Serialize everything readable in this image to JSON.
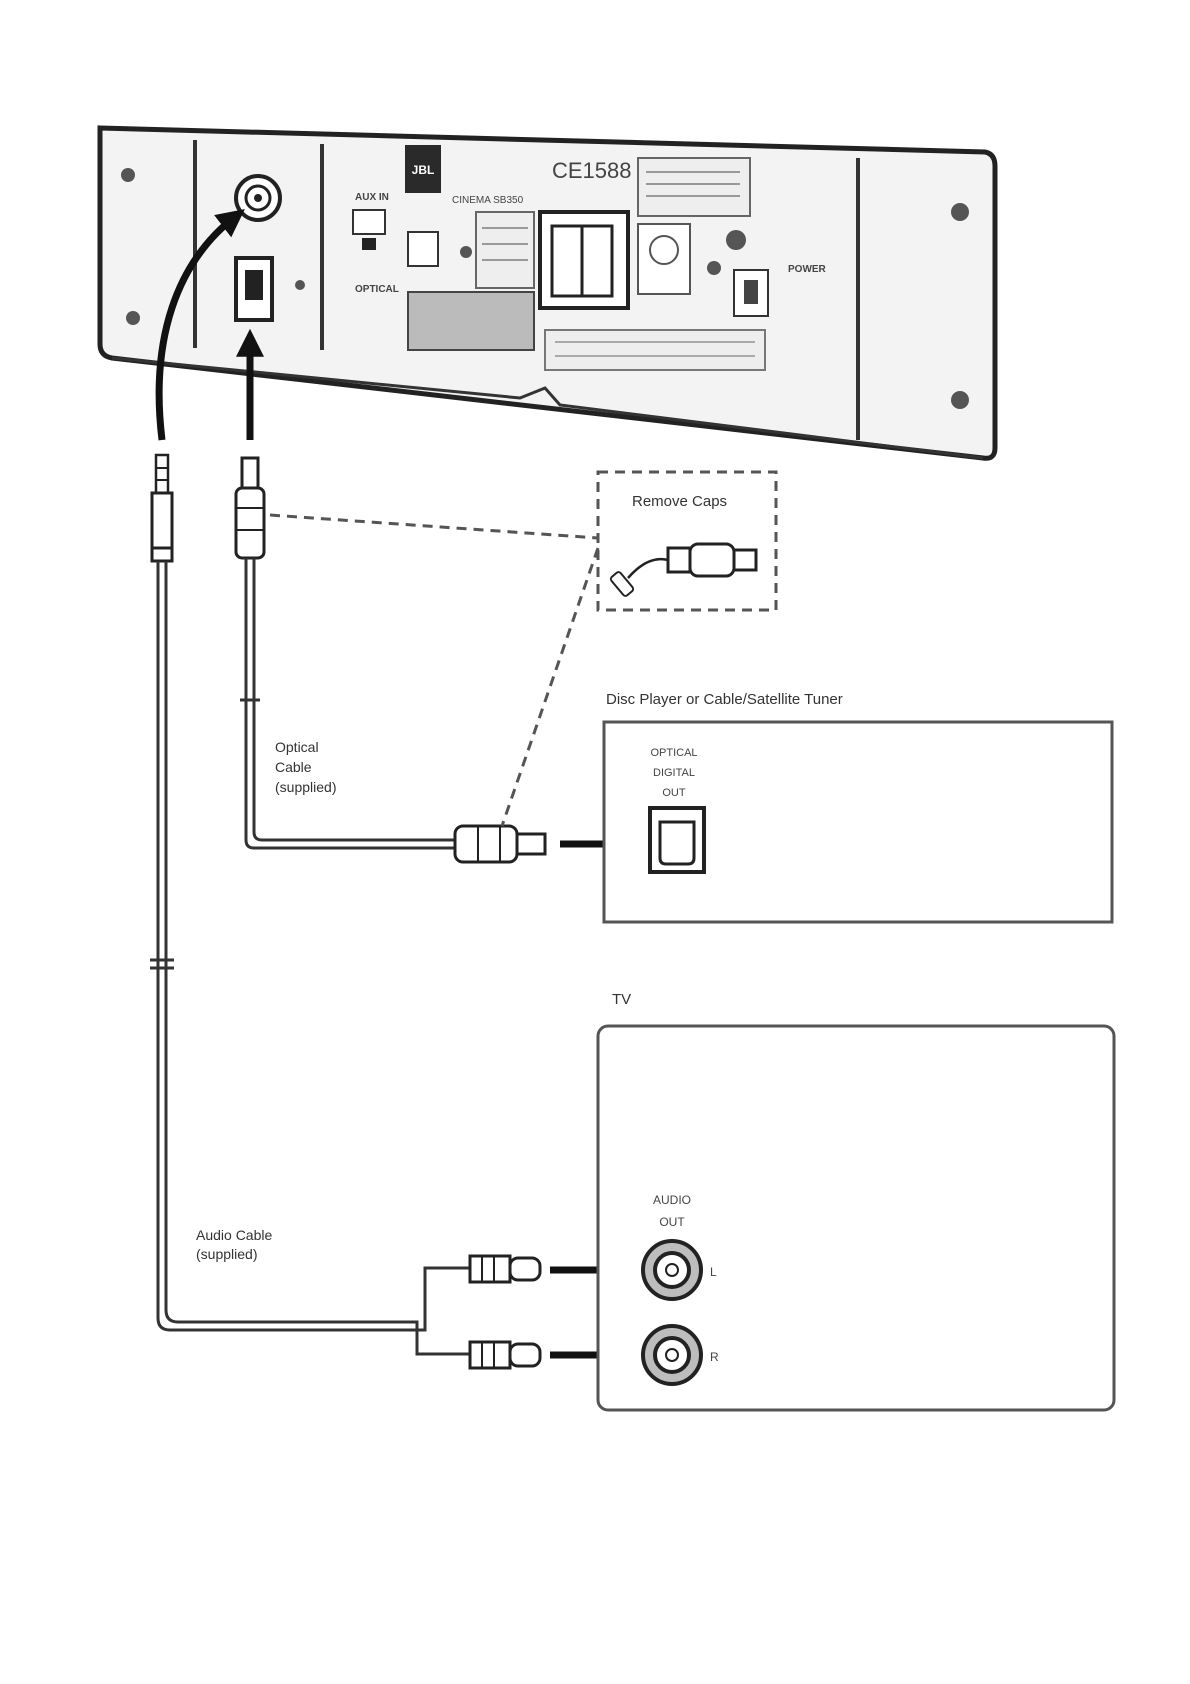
{
  "soundbar": {
    "brand": "JBL",
    "model": "CINEMA SB350",
    "ce_mark": "CE1588",
    "port_optical": "OPTICAL",
    "port_aux": "AUX IN",
    "port_power": "POWER"
  },
  "callout": {
    "label": "Remove Caps"
  },
  "cables": {
    "optical_line1": "Optical",
    "optical_line2": "Cable",
    "optical_line3": "(supplied)",
    "audio_line1": "Audio Cable",
    "audio_line2": "(supplied)"
  },
  "disc_player": {
    "title": "Disc Player or Cable/Satellite Tuner",
    "port_line1": "OPTICAL",
    "port_line2": "DIGITAL",
    "port_line3": "OUT"
  },
  "tv": {
    "title": "TV",
    "audio_line1": "AUDIO",
    "audio_line2": "OUT",
    "jack_l": "L",
    "jack_r": "R"
  }
}
